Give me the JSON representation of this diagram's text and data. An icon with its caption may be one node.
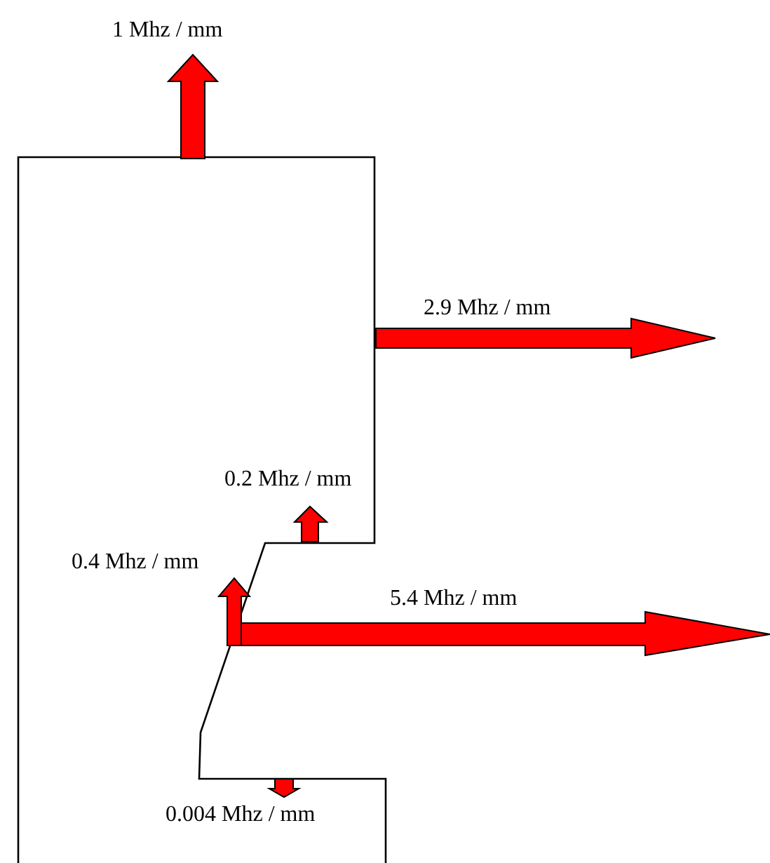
{
  "diagram": {
    "labels": [
      "1 Mhz / mm",
      "2.9 Mhz / mm",
      "0.2 Mhz / mm",
      "0.4 Mhz / mm",
      "5.4 Mhz / mm",
      "0.004 Mhz / mm"
    ]
  }
}
